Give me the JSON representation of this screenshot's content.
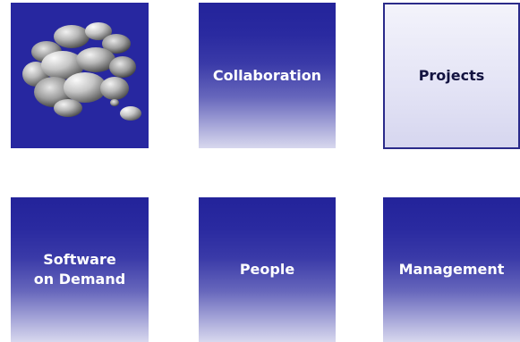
{
  "tiles": {
    "stones": {
      "icon": "pebbles-image"
    },
    "collaboration": {
      "label": "Collaboration"
    },
    "projects": {
      "label": "Projects"
    },
    "software": {
      "label": "Software\non Demand"
    },
    "people": {
      "label": "People"
    },
    "management": {
      "label": "Management"
    }
  },
  "colors": {
    "tile_top": "#23239a",
    "tile_bottom": "#d8d8ee",
    "light_tile_border": "#2a2a8a",
    "light_tile_text": "#121240",
    "label_text": "#ffffff"
  }
}
